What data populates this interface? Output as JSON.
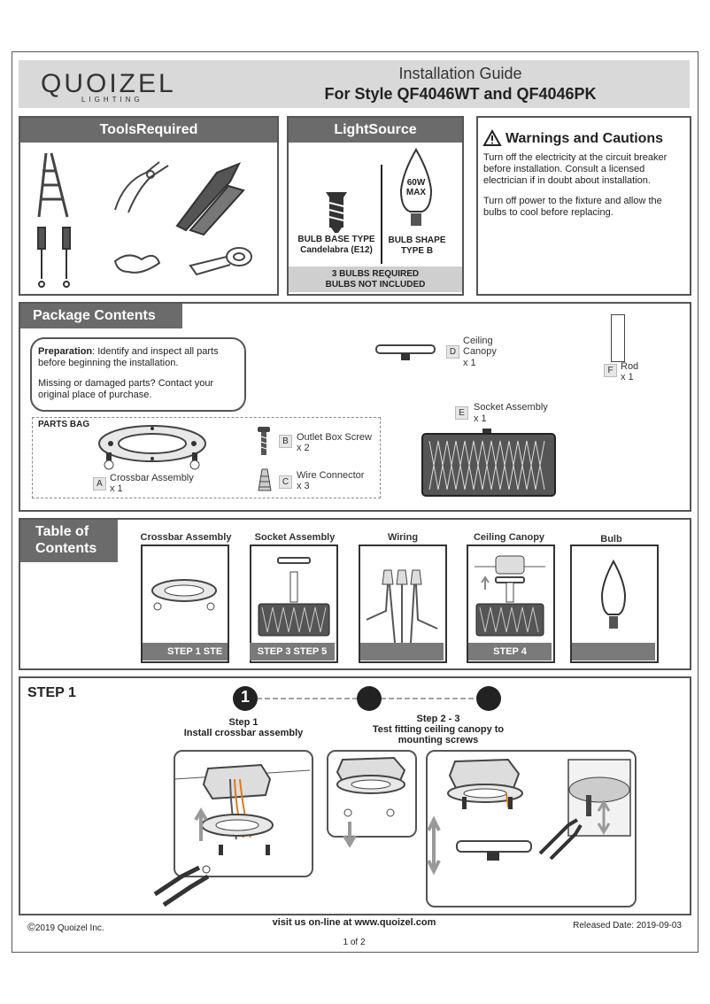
{
  "header": {
    "logo_text": "QUOIZEL",
    "logo_sub": "LIGHTING",
    "title": "Installation Guide",
    "subtitle": "For Style QF4046WT and QF4046PK"
  },
  "tools": {
    "heading": "ToolsRequired"
  },
  "light_source": {
    "heading": "LightSource",
    "bulb_wattage": "60W",
    "bulb_max": "MAX",
    "base_label": "BULB BASE TYPE",
    "base_value": "Candelabra (E12)",
    "shape_label": "BULB SHAPE",
    "shape_value": "TYPE B",
    "required": "3 BULBS REQUIRED",
    "not_included": "BULBS NOT INCLUDED"
  },
  "warnings": {
    "heading": "Warnings and Cautions",
    "text1": "Turn off the electricity at the circuit breaker before installation. Consult a licensed electrician if in doubt about installation.",
    "text2": "Turn off power to the fixture and allow the bulbs to cool before replacing."
  },
  "package": {
    "heading": "Package Contents",
    "prep_label": "Preparation",
    "prep_text": ": Identify and inspect all parts before beginning the installation.",
    "missing_text": "Missing or damaged parts?  Contact your original place of purchase.",
    "parts_bag": "PARTS BAG",
    "parts": [
      {
        "letter": "A",
        "name": "Crossbar Assembly",
        "qty": "x 1"
      },
      {
        "letter": "B",
        "name": "Outlet Box Screw",
        "qty": "x 2"
      },
      {
        "letter": "C",
        "name": "Wire Connector",
        "qty": "x 3"
      },
      {
        "letter": "D",
        "name": "Ceiling Canopy",
        "name_line1": "Ceiling",
        "name_line2": "Canopy",
        "qty": "x 1"
      },
      {
        "letter": "E",
        "name": "Socket Assembly",
        "qty": "x 1"
      },
      {
        "letter": "F",
        "name": "Rod",
        "qty": "x 1"
      }
    ]
  },
  "toc": {
    "heading_line1": "Table of",
    "heading_line2": "Contents",
    "items": [
      {
        "title": "Crossbar Assembly",
        "step": "STEP 1"
      },
      {
        "title": "Socket Assembly",
        "step": "STEP 3"
      },
      {
        "title": "Wiring",
        "step": ""
      },
      {
        "title": "Ceiling Canopy",
        "step": "STEP 4"
      },
      {
        "title": "Bulb",
        "step": ""
      }
    ],
    "overlap1": "STE",
    "overlap2": "STEP 5"
  },
  "step1": {
    "heading": "STEP 1",
    "node_number": "1",
    "step1_label": "Step 1",
    "step1_desc": "Install crossbar assembly",
    "step23_label": "Step 2 - 3",
    "step23_desc_line1": "Test fitting ceiling canopy to",
    "step23_desc_line2": "mounting screws"
  },
  "footer": {
    "copyright_symbol": "©",
    "copyright": "2019  Quoizel Inc.",
    "website": "visit us on-line at www.quoizel.com",
    "released": "Released Date: 2019-09-03",
    "page": "1 of 2"
  }
}
